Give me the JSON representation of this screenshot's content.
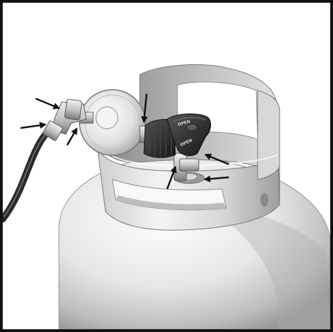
{
  "figure": {
    "valve_label_top": "OPEN",
    "valve_label_bottom": "OPEN",
    "arrow_count": 7,
    "colors": {
      "border": "#111111",
      "arrow": "#111111",
      "hose": "#2a2a2a",
      "tank_light": "#ffffff",
      "tank_mid": "#d4d4d4",
      "tank_dark": "#8c8c8c",
      "valve_dark": "#222222"
    }
  }
}
